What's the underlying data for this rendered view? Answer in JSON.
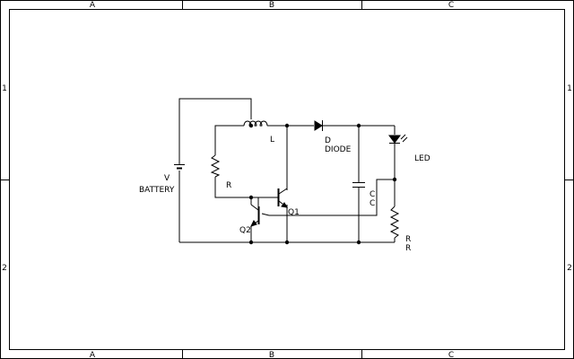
{
  "frame": {
    "columns": [
      "A",
      "B",
      "C"
    ],
    "rows": [
      "1",
      "2"
    ]
  },
  "labels": {
    "battery_ref": "V",
    "battery_name": "BATTERY",
    "inductor_ref": "L",
    "resistor_ref": "R",
    "transistor_q1": "Q1",
    "transistor_q2": "Q2",
    "diode_ref": "D",
    "diode_name": "DIODE",
    "led_name": "LED",
    "capacitor_ref": "C",
    "capacitor_name": "C",
    "load_resistor_ref": "R",
    "load_resistor_name": "R"
  },
  "colors": {
    "ink": "#000000",
    "background": "#ffffff"
  }
}
